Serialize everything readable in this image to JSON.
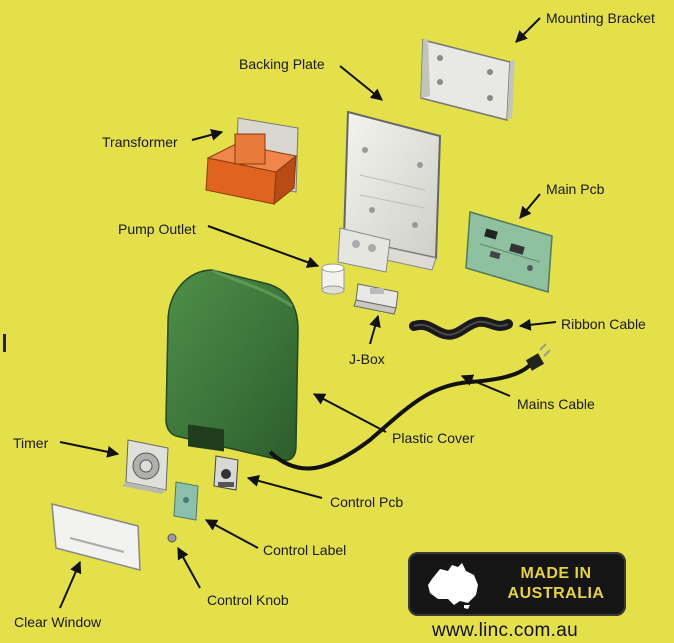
{
  "labels": {
    "mounting_bracket": "Mounting Bracket",
    "backing_plate": "Backing Plate",
    "transformer": "Transformer",
    "main_pcb": "Main Pcb",
    "pump_outlet": "Pump Outlet",
    "ribbon_cable": "Ribbon Cable",
    "j_box": "J-Box",
    "mains_cable": "Mains Cable",
    "plastic_cover": "Plastic Cover",
    "timer": "Timer",
    "control_pcb": "Control Pcb",
    "control_label": "Control Label",
    "control_knob": "Control Knob",
    "clear_window": "Clear Window"
  },
  "badge": {
    "line1": "MADE IN",
    "line2": "AUSTRALIA"
  },
  "website": "www.linc.com.au",
  "colors": {
    "background": "#e3e04a",
    "cover_green": "#3f7a3c",
    "transformer_orange": "#e0641e",
    "pcb_green": "#8fc0a0",
    "badge_bg": "#151515",
    "badge_text": "#e4d43c"
  }
}
